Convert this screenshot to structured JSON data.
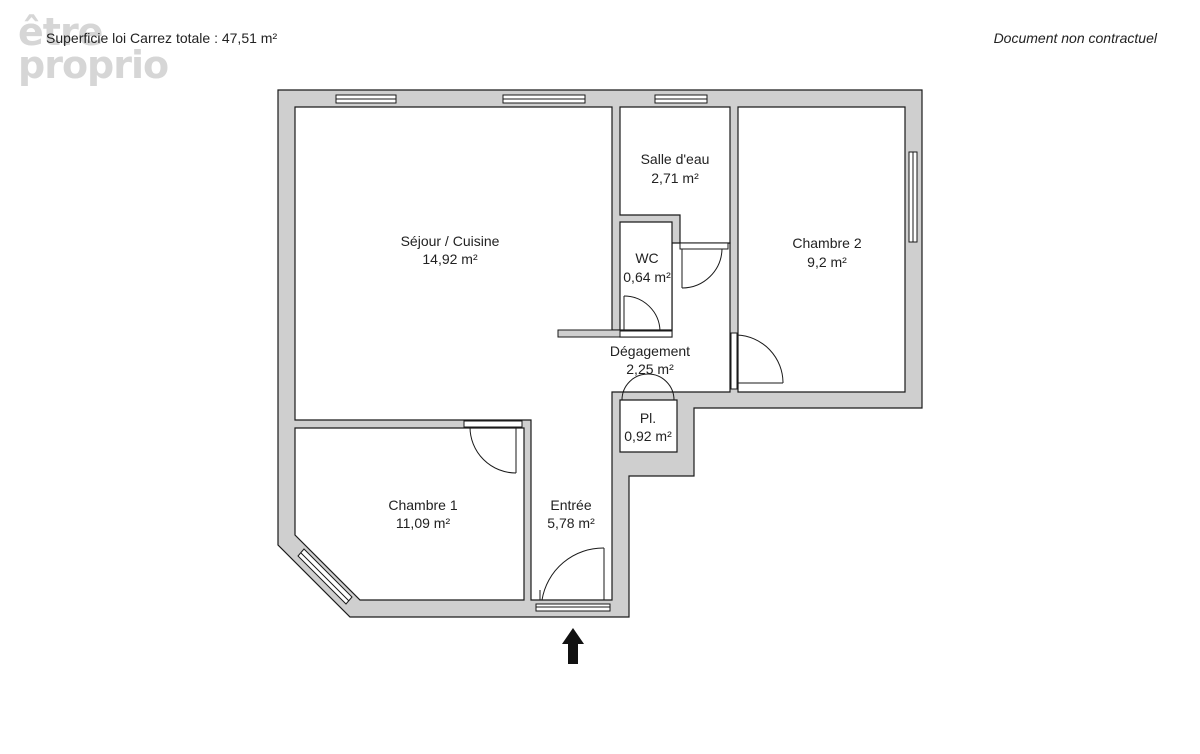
{
  "logo": {
    "line1": "être",
    "line2": "proprio"
  },
  "header": {
    "surface_label": "Superficie loi Carrez totale :",
    "surface_value": "47,51 m²",
    "disclaimer": "Document non contractuel"
  },
  "rooms": {
    "sejour": {
      "name": "Séjour / Cuisine",
      "area": "14,92 m²"
    },
    "salle_eau": {
      "name": "Salle d'eau",
      "area": "2,71 m²"
    },
    "wc": {
      "name": "WC",
      "area": "0,64 m²"
    },
    "chambre2": {
      "name": "Chambre 2",
      "area": "9,2 m²"
    },
    "degagement": {
      "name": "Dégagement",
      "area": "2,25 m²"
    },
    "placard": {
      "name": "Pl.",
      "area": "0,92 m²"
    },
    "chambre1": {
      "name": "Chambre 1",
      "area": "11,09 m²"
    },
    "entree": {
      "name": "Entrée",
      "area": "5,78 m²"
    }
  },
  "colors": {
    "wall": "#cfcfcf",
    "wall_stroke": "#1a1a1a",
    "floor": "#ffffff",
    "arrow": "#111111"
  }
}
